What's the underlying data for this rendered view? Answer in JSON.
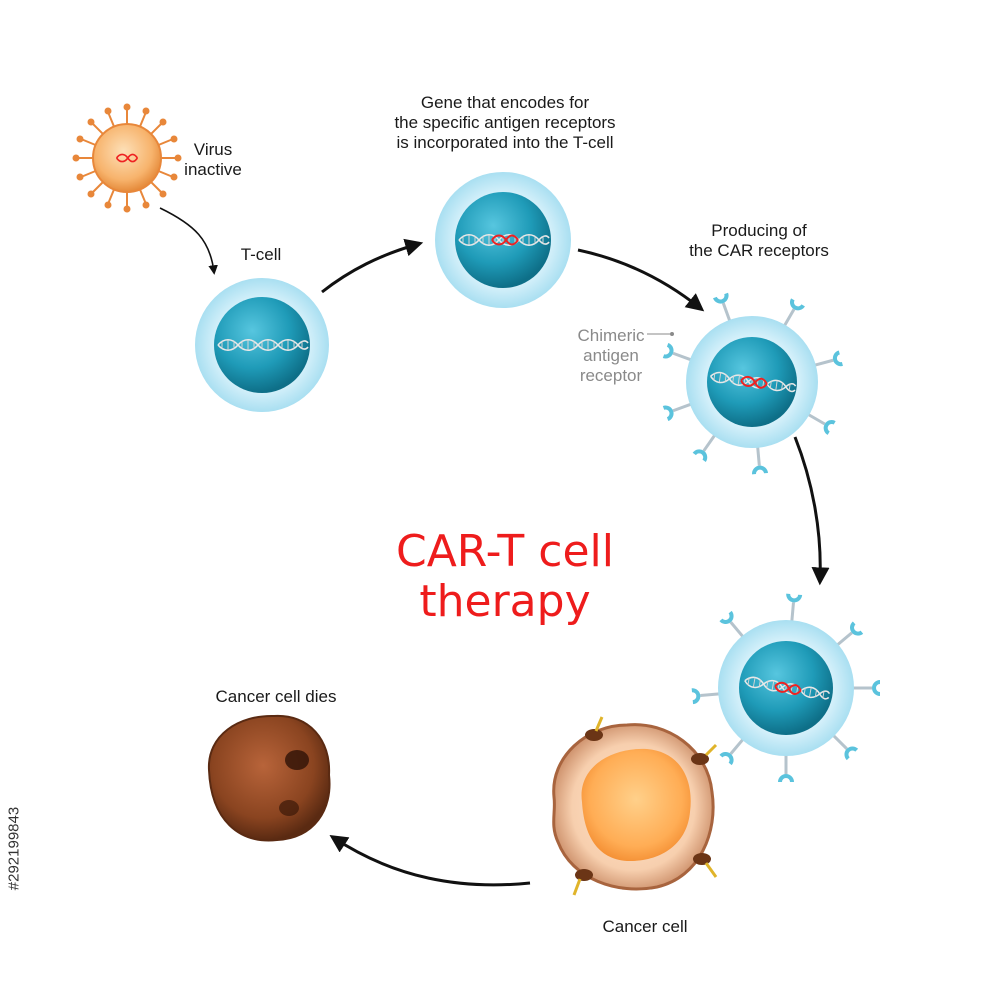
{
  "diagram": {
    "title_line1": "CAR-T cell",
    "title_line2": "therapy",
    "labels": {
      "virus_line1": "Virus",
      "virus_line2": "inactive",
      "tcell": "T-cell",
      "gene_line1": "Gene that encodes for",
      "gene_line2": "the specific antigen receptors",
      "gene_line3": "is incorporated into the T-cell",
      "producing_line1": "Producing of",
      "producing_line2": "the CAR receptors",
      "chimeric_line1": "Chimeric",
      "chimeric_line2": "antigen",
      "chimeric_line3": "receptor",
      "cancer_cell": "Cancer cell",
      "cancer_dies": "Cancer cell dies"
    },
    "stock_id": "#292199843",
    "colors": {
      "title": "#ee1c1c",
      "nucleus": "#1f9bb8",
      "cell_halo": "#cdeef8",
      "receptor": "#5bc3dd",
      "virus": "#f19a4a",
      "cancer_membrane": "#b87a58",
      "dead_cell": "#7a3a1c"
    }
  }
}
